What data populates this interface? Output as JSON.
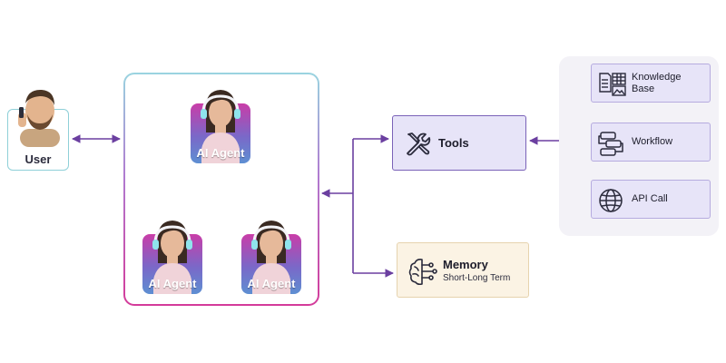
{
  "user": {
    "label": "User"
  },
  "agents": {
    "top": {
      "label": "AI Agent"
    },
    "left": {
      "label": "AI Agent"
    },
    "right": {
      "label": "AI Agent"
    }
  },
  "tools": {
    "label": "Tools",
    "icon": "tools-icon"
  },
  "memory": {
    "title": "Memory",
    "subtitle": "Short-Long Term",
    "icon": "brain-circuit-icon"
  },
  "resources": [
    {
      "label_line1": "Knowledge",
      "label_line2": "Base",
      "icon": "document-table-icon"
    },
    {
      "label": "Workflow",
      "icon": "workflow-icon"
    },
    {
      "label": "API Call",
      "icon": "globe-icon"
    }
  ],
  "colors": {
    "connector": "#6b3fa0",
    "tools_fill": "#e7e4f8",
    "tools_border": "#7a62b8",
    "memory_fill": "#fbf3e4",
    "memory_border": "#e6d3ae",
    "panel_fill": "#f3f2f7",
    "agent_gradient_top": "#c93da8",
    "agent_gradient_bottom": "#5e8fd2",
    "user_border": "#8fd0d8"
  }
}
